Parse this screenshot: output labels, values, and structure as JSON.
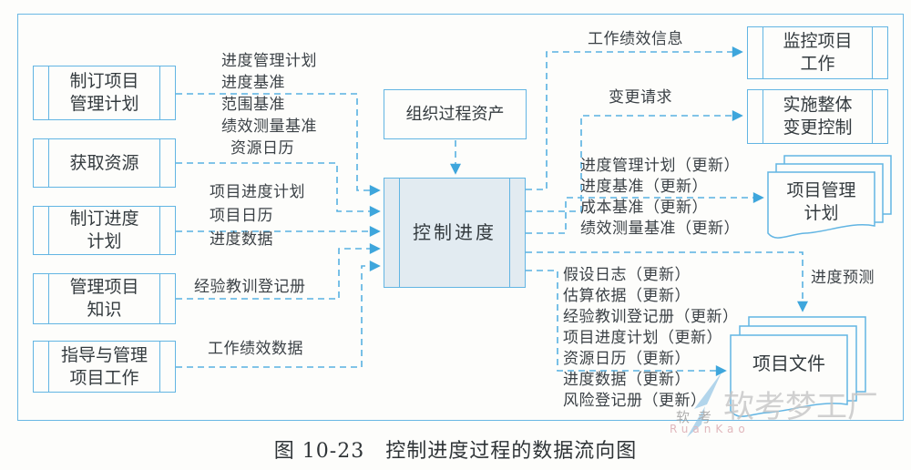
{
  "diagram": {
    "caption": "图 10-23　控制进度过程的数据流向图",
    "colors": {
      "line_blue": "#58b1e2",
      "border_blue": "#62b5e3",
      "arrow_fill": "#3ea6dc",
      "process_shaded_fill": "#e2ebf1",
      "text": "#333a3e",
      "watermark_gray": "#c6c6c6",
      "watermark_pink": "#d9a6ad"
    },
    "nodes": {
      "develop_pm_plan": "制订项目\n管理计划",
      "acquire_resources": "获取资源",
      "develop_schedule": "制订进度\n计划",
      "manage_knowledge": "管理项目\n知识",
      "direct_manage_work": "指导与管理\n项目工作",
      "opa": "组织过程资产",
      "control_schedule": "控制进度",
      "monitor_control_work": "监控项目\n工作",
      "perform_icc": "实施整体\n变更控制",
      "pm_plan_doc": "项目管理\n计划",
      "project_docs": "项目文件"
    },
    "edge_labels": {
      "inputs_from_pm_plan": "进度管理计划\n进度基准\n范围基准\n绩效测量基准",
      "resource_calendar": "资源日历",
      "inputs_from_schedule": "项目进度计划\n项目日历\n进度数据",
      "lessons_register": "经验教训登记册",
      "work_performance_data": "工作绩效数据",
      "work_performance_info": "工作绩效信息",
      "change_requests": "变更请求",
      "pm_plan_updates": "进度管理计划（更新）\n进度基准（更新）\n成本基准（更新）\n绩效测量基准（更新）",
      "doc_updates": "假设日志（更新）\n估算依据（更新）\n经验教训登记册（更新）\n项目进度计划（更新）\n资源日历（更新）\n进度数据（更新）\n风险登记册（更新）",
      "schedule_forecast": "进度预测"
    },
    "watermark": {
      "title": "软考梦工厂",
      "sub": "软考",
      "latin": "RuanKao"
    }
  }
}
